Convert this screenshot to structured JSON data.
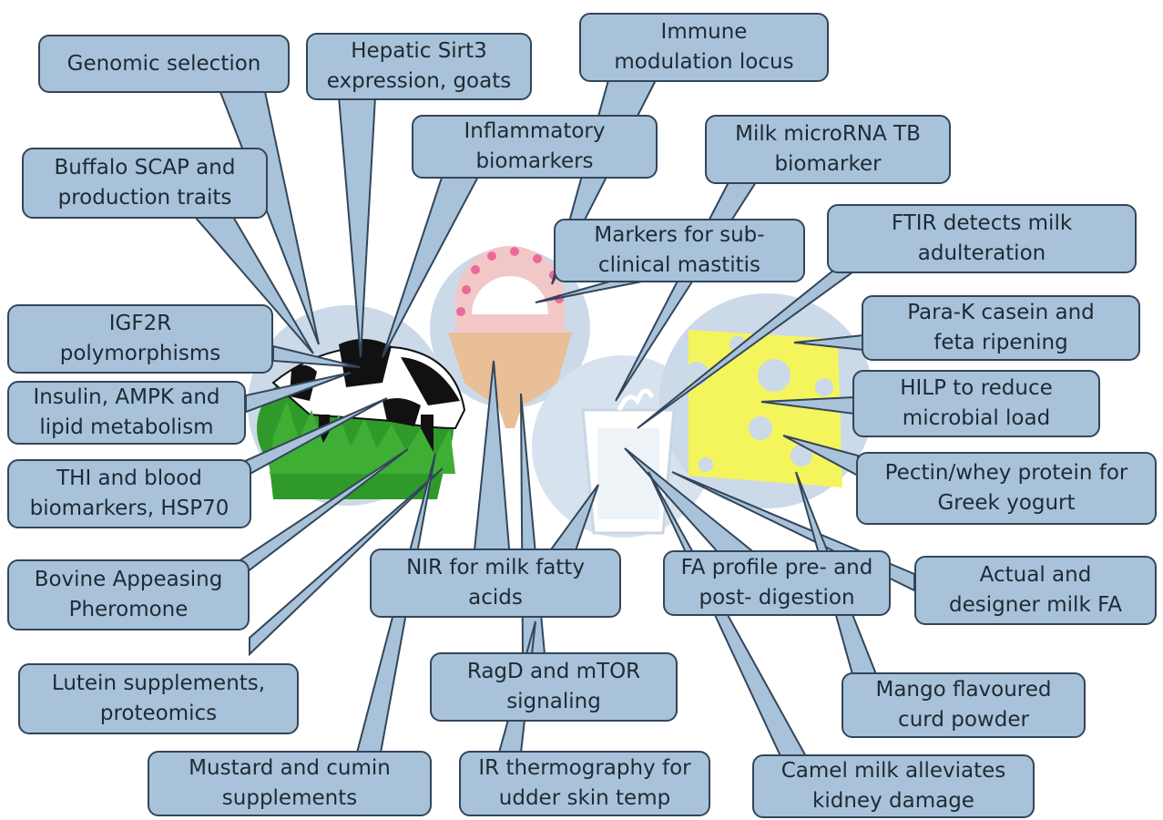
{
  "callouts": {
    "genomic_selection": "Genomic selection",
    "hepatic_sirt3": "Hepatic Sirt3\nexpression, goats",
    "immune_modulation": "Immune\nmodulation locus",
    "inflammatory_biomarkers": "Inflammatory\nbiomarkers",
    "milk_microrna": "Milk microRNA TB\nbiomarker",
    "buffalo_scap": "Buffalo SCAP and\nproduction traits",
    "subclinical_mastitis": "Markers for sub-\nclinical mastitis",
    "ftir": "FTIR detects milk\nadulteration",
    "igf2r": "IGF2R\npolymorphisms",
    "para_k_casein": "Para-K casein and\nfeta ripening",
    "insulin_ampk": "Insulin, AMPK and\nlipid metabolism",
    "hilp": "HILP to reduce\nmicrobial load",
    "thi_blood": "THI and blood\nbiomarkers, HSP70",
    "pectin_whey": "Pectin/whey protein for\nGreek yogurt",
    "bovine_pheromone": "Bovine Appeasing\nPheromone",
    "nir": "NIR for milk fatty\nacids",
    "fa_profile": "FA profile pre- and\npost- digestion",
    "designer_milk": "Actual and\ndesigner milk FA",
    "lutein": "Lutein supplements,\nproteomics",
    "ragd_mtor": "RagD and mTOR\nsignaling",
    "mango_curd": "Mango flavoured\ncurd powder",
    "mustard_cumin": "Mustard and cumin\nsupplements",
    "ir_thermography": "IR thermography for\nudder skin temp",
    "camel_milk": "Camel milk alleviates\nkidney damage"
  },
  "icons": [
    "cow-icon",
    "udder-icon",
    "milk-glass-icon",
    "cheese-icon"
  ],
  "colors": {
    "callout_fill": "#a8c3d9",
    "callout_border": "#33455a",
    "icon_circle": "#cbd9e8",
    "grass": "#2f9a2a",
    "cheese": "#f4f55d",
    "udder": "#e8bf96"
  }
}
